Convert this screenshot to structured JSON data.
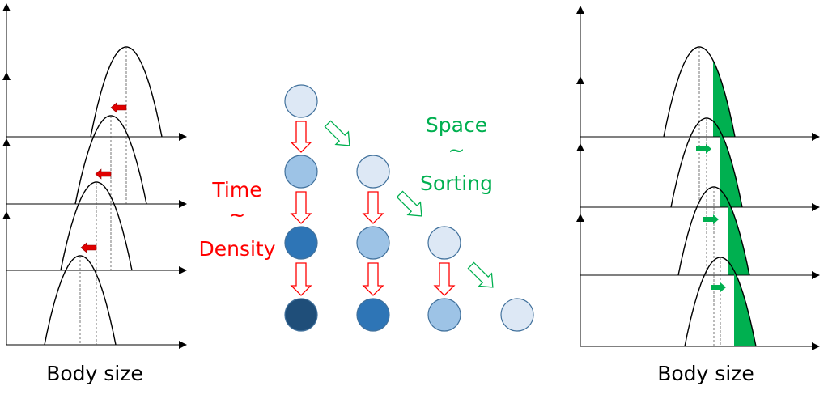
{
  "left_panel": {
    "xlabel": "Body size",
    "rows": [
      {
        "mean_position": 0.62,
        "shift": "none"
      },
      {
        "mean_position": 0.54,
        "shift": "left"
      },
      {
        "mean_position": 0.46,
        "shift": "left"
      },
      {
        "mean_position": 0.38,
        "shift": "left"
      }
    ],
    "arrow_color": "#e00000"
  },
  "right_panel": {
    "xlabel": "Body size",
    "rows": [
      {
        "mean_position": 0.5,
        "shift": "none",
        "selected_tail": true
      },
      {
        "mean_position": 0.54,
        "shift": "right",
        "selected_tail": true
      },
      {
        "mean_position": 0.58,
        "shift": "right",
        "selected_tail": true
      },
      {
        "mean_position": 0.61,
        "shift": "right",
        "selected_tail": true
      }
    ],
    "arrow_color": "#00b050",
    "tail_color": "#00b050"
  },
  "center": {
    "time_label": [
      "Time",
      "~",
      "Density"
    ],
    "space_label": [
      "Space",
      "~",
      "Sorting"
    ],
    "time_color": "#ff0000",
    "space_color": "#00b050",
    "circle_colors": {
      "lightest": "#dde8f5",
      "light": "#9dc3e6",
      "medium": "#2e75b6",
      "dark": "#1f4e79"
    },
    "grid": [
      [
        "lightest"
      ],
      [
        "light",
        "lightest"
      ],
      [
        "medium",
        "light",
        "lightest"
      ],
      [
        "dark",
        "medium",
        "light",
        "lightest"
      ]
    ]
  }
}
